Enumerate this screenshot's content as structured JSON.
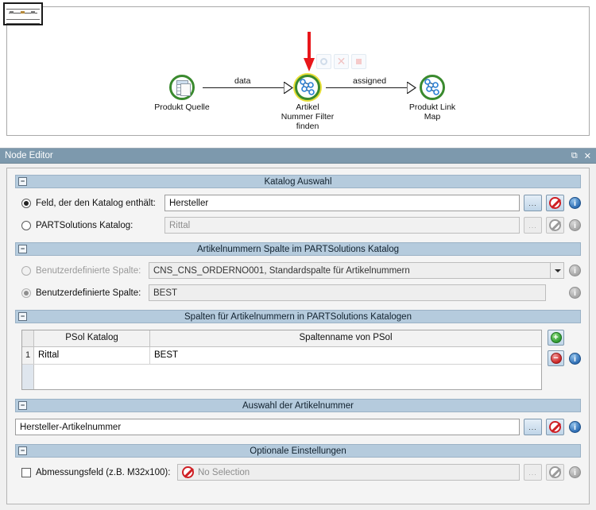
{
  "graph": {
    "minimap_name": "graph-overview-minimap",
    "nodes": [
      {
        "id": "produkt-quelle",
        "label_lines": [
          "Produkt Quelle"
        ],
        "icon": "table-grid-icon",
        "status_color": "#3a8a2e",
        "warning": false
      },
      {
        "id": "artikel-nummer-filter-finden",
        "label_lines": [
          "Artikel",
          "Nummer Filter",
          "finden"
        ],
        "icon": "graph-network-icon",
        "status_color": "#3a8a2e",
        "warning": true
      },
      {
        "id": "produkt-link-map",
        "label_lines": [
          "Produkt Link",
          "Map"
        ],
        "icon": "graph-network-icon",
        "status_color": "#3a8a2e",
        "warning": false
      }
    ],
    "edges": [
      {
        "label": "data",
        "from": "produkt-quelle",
        "to": "artikel-nummer-filter-finden"
      },
      {
        "label": "assigned",
        "from": "artikel-nummer-filter-finden",
        "to": "produkt-link-map"
      }
    ],
    "annotation": {
      "type": "red-down-arrow",
      "color": "#e8161a",
      "points_to": "artikel-nummer-filter-finden"
    },
    "node_toolbar": [
      {
        "icon": "execute-icon",
        "enabled": false
      },
      {
        "icon": "cancel-x-icon",
        "enabled": false
      },
      {
        "icon": "stop-square-icon",
        "enabled": false
      }
    ]
  },
  "node_editor": {
    "title": "Node Editor",
    "float_icon": "undock-icon",
    "close_icon": "close-icon",
    "sections": {
      "katalog_auswahl": {
        "title": "Katalog Auswahl",
        "expander": "−",
        "rows": [
          {
            "label": "Feld, der den Katalog enthält:",
            "selected": true,
            "value": "Hersteller",
            "placeholder": "",
            "enabled": true,
            "browse_label": "...",
            "clear_icon": "no-entry-icon",
            "info_icon": "info-icon"
          },
          {
            "label": "PARTSolutions Katalog:",
            "selected": false,
            "value": "Rittal",
            "placeholder": "Rittal",
            "enabled": false,
            "browse_label": "...",
            "clear_icon": "no-entry-icon",
            "info_icon": "info-icon"
          }
        ]
      },
      "artikelnummern_spalte": {
        "title": "Artikelnummern Spalte im PARTSolutions Katalog",
        "expander": "−",
        "rows": [
          {
            "label": "Benutzerdefinierte Spalte:",
            "selected": false,
            "enabled": false,
            "control": "combo",
            "value": "CNS_CNS_ORDERNO001, Standardspalte für Artikelnummern",
            "info_icon": "info-icon"
          },
          {
            "label": "Benutzerdefinierte Spalte:",
            "selected": true,
            "enabled": false,
            "control": "text",
            "value": "BEST",
            "info_icon": "info-icon"
          }
        ]
      },
      "spalten_tabelle": {
        "title": "Spalten für Artikelnummern in PARTSolutions Katalogen",
        "expander": "−",
        "columns": [
          "PSol Katalog",
          "Spaltenname von PSol"
        ],
        "rows": [
          {
            "num": "1",
            "cells": [
              "Rittal",
              "BEST"
            ]
          }
        ],
        "add_icon": "plus-circle-icon",
        "remove_icon": "minus-circle-icon",
        "info_icon": "info-icon"
      },
      "auswahl_artikelnummer": {
        "title": "Auswahl der Artikelnummer",
        "expander": "−",
        "value": "Hersteller-Artikelnummer",
        "browse_label": "...",
        "clear_icon": "no-entry-icon",
        "info_icon": "info-icon"
      },
      "optionale_einstellungen": {
        "title": "Optionale Einstellungen",
        "expander": "−",
        "checkbox_label": "Abmessungsfeld (z.B. M32x100):",
        "checked": false,
        "value": "No Selection",
        "value_icon": "no-entry-icon",
        "browse_label": "...",
        "clear_icon": "no-entry-icon",
        "info_icon": "info-icon"
      }
    }
  },
  "colors": {
    "titlebar": "#7d99ad",
    "section_header": "#b5cbdd",
    "node_ring": "#3a8a2e",
    "node_warning": "#e8e03a",
    "annotation_red": "#e8161a",
    "accent_blue": "#2f6fb5"
  }
}
